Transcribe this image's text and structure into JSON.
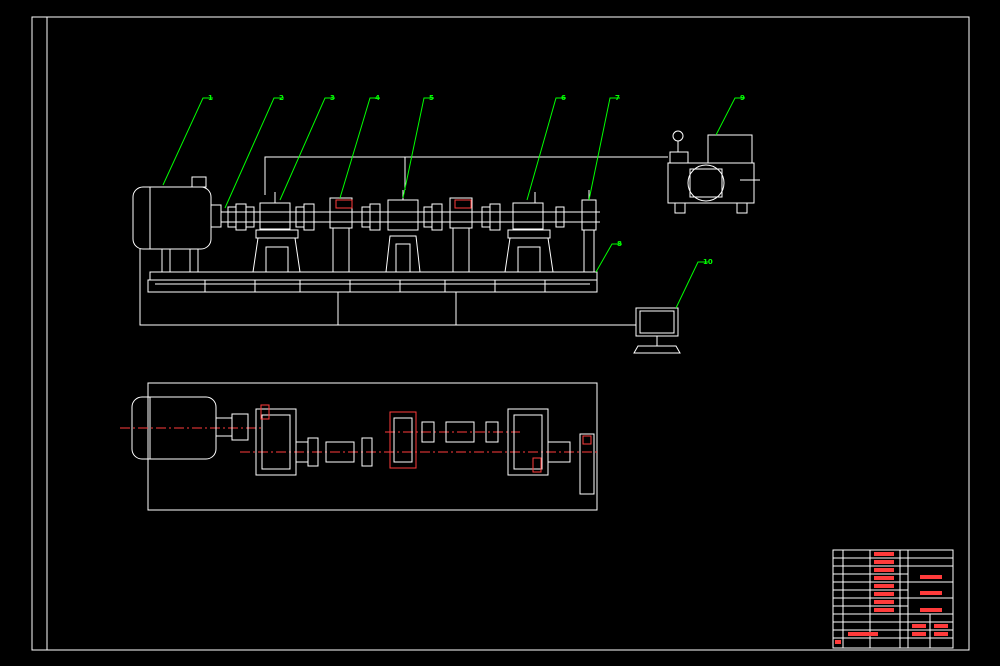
{
  "drawing": {
    "background": "#000000",
    "line_color": "#ffffff",
    "callout_color": "#00ff00",
    "center_line_color": "#ff3b3b",
    "callouts": [
      "1",
      "2",
      "3",
      "4",
      "5",
      "6",
      "7",
      "8",
      "9",
      "10"
    ]
  },
  "title_block": {
    "red_cells": [
      "",
      "",
      "",
      "",
      "",
      "",
      "",
      "",
      "",
      ""
    ],
    "white_cells": [
      "",
      "",
      "",
      ""
    ]
  }
}
